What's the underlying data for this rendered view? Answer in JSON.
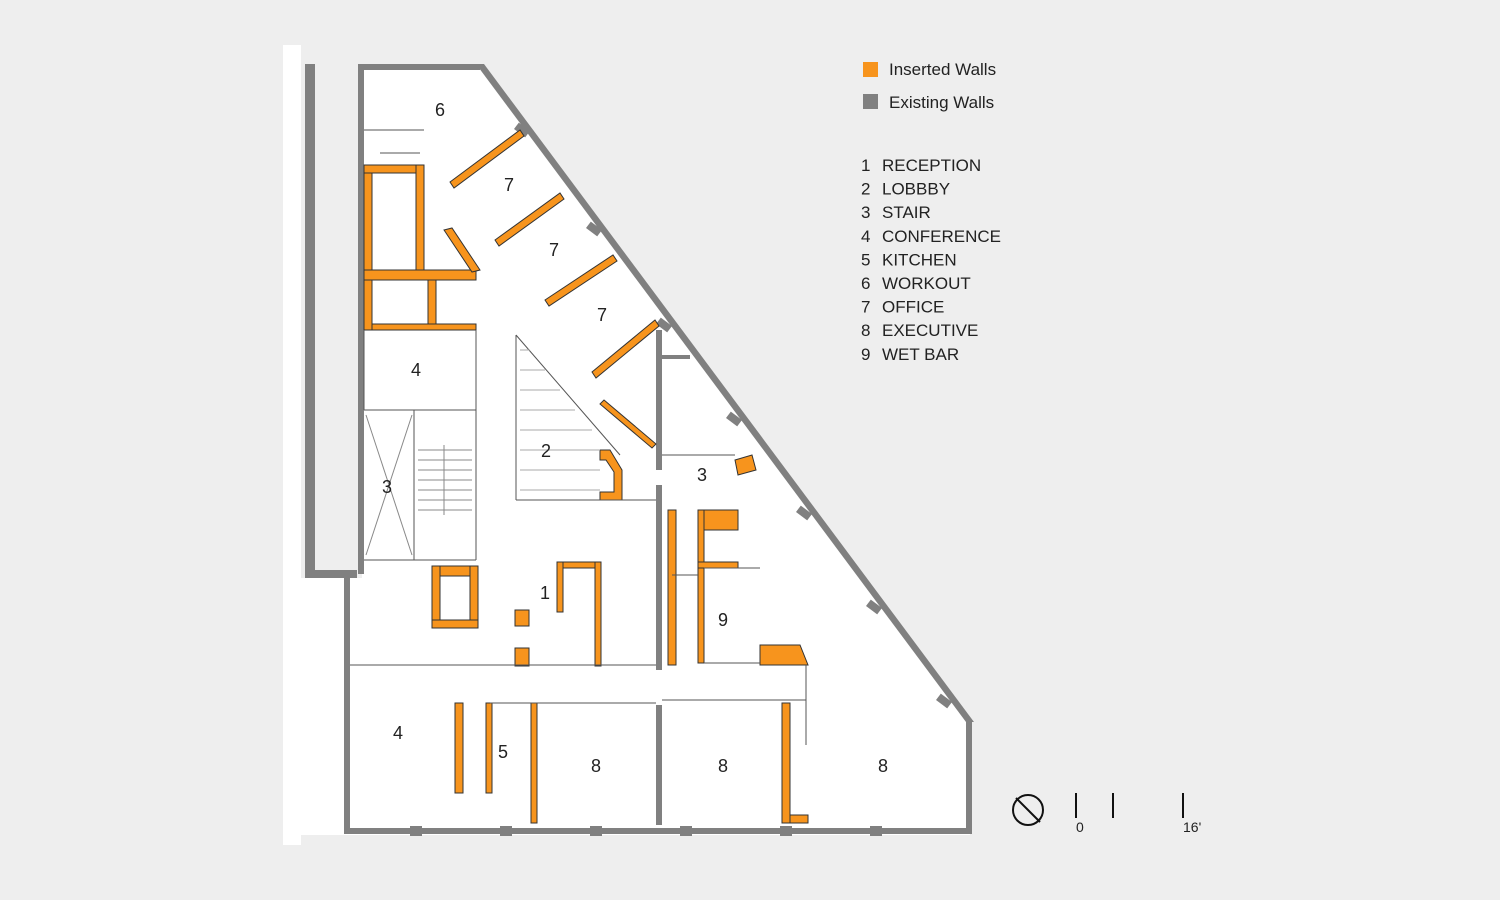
{
  "legend": {
    "inserted": {
      "label": "Inserted Walls",
      "color": "#f7941d"
    },
    "existing": {
      "label": "Existing Walls",
      "color": "#808080"
    }
  },
  "key": [
    {
      "num": "1",
      "name": "RECEPTION"
    },
    {
      "num": "2",
      "name": "LOBBBY"
    },
    {
      "num": "3",
      "name": "STAIR"
    },
    {
      "num": "4",
      "name": "CONFERENCE"
    },
    {
      "num": "5",
      "name": "KITCHEN"
    },
    {
      "num": "6",
      "name": "WORKOUT"
    },
    {
      "num": "7",
      "name": "OFFICE"
    },
    {
      "num": "8",
      "name": "EXECUTIVE"
    },
    {
      "num": "9",
      "name": "WET BAR"
    }
  ],
  "rooms": {
    "workout": "6",
    "office_a": "7",
    "office_b": "7",
    "office_c": "7",
    "conference_top": "4",
    "lobby": "2",
    "stair_left": "3",
    "stair_right": "3",
    "reception": "1",
    "wet_bar": "9",
    "conference_bottom": "4",
    "kitchen": "5",
    "executive_a": "8",
    "executive_b": "8",
    "executive_c": "8"
  },
  "scale": {
    "start": "0",
    "end": "16'"
  },
  "icons": {
    "north": "north-arrow-icon"
  }
}
